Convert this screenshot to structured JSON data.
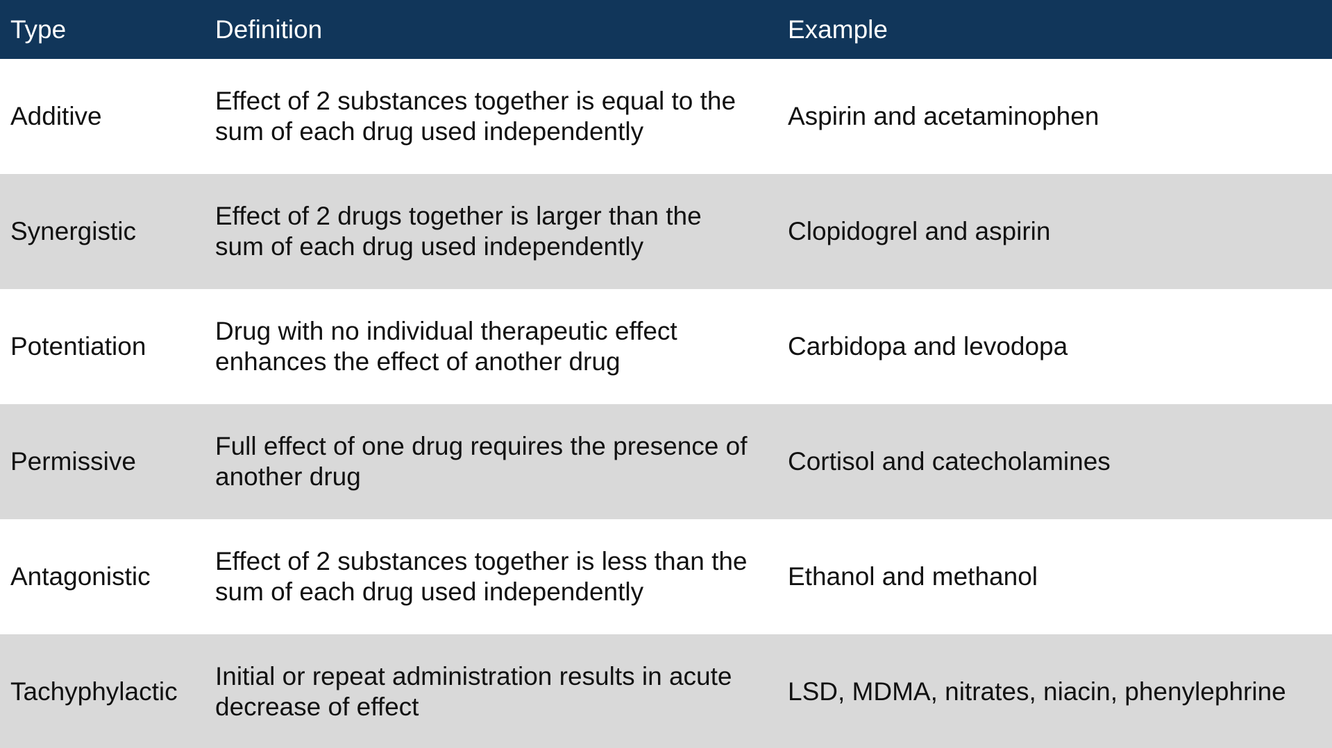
{
  "header": {
    "type": "Type",
    "definition": "Definition",
    "example": "Example"
  },
  "rows": [
    {
      "type": "Additive",
      "definition_line1": "Effect of 2 substances together is equal to the",
      "definition_line2": "sum of each drug used independently",
      "example": "Aspirin and acetaminophen"
    },
    {
      "type": "Synergistic",
      "definition_line1": "Effect of 2 drugs together is larger than the",
      "definition_line2": "sum of each drug used independently",
      "example": "Clopidogrel and aspirin"
    },
    {
      "type": "Potentiation",
      "definition_line1": "Drug with no individual therapeutic effect",
      "definition_line2": "enhances the effect of another drug",
      "example": "Carbidopa and levodopa"
    },
    {
      "type": "Permissive",
      "definition_line1": "Full effect of one drug requires the presence of",
      "definition_line2": "another drug",
      "example": "Cortisol and catecholamines"
    },
    {
      "type": "Antagonistic",
      "definition_line1": "Effect of 2 substances together is less than the",
      "definition_line2": "sum of each drug used independently",
      "example": "Ethanol and methanol"
    },
    {
      "type": "Tachyphylactic",
      "definition_line1": "Initial or repeat administration results in acute",
      "definition_line2": "decrease of effect",
      "example": "LSD, MDMA, nitrates, niacin, phenylephrine"
    }
  ],
  "colors": {
    "header_bg": "#11365a",
    "header_text": "#ffffff",
    "alt_row_bg": "#d9d9d9",
    "plain_row_bg": "#ffffff"
  }
}
